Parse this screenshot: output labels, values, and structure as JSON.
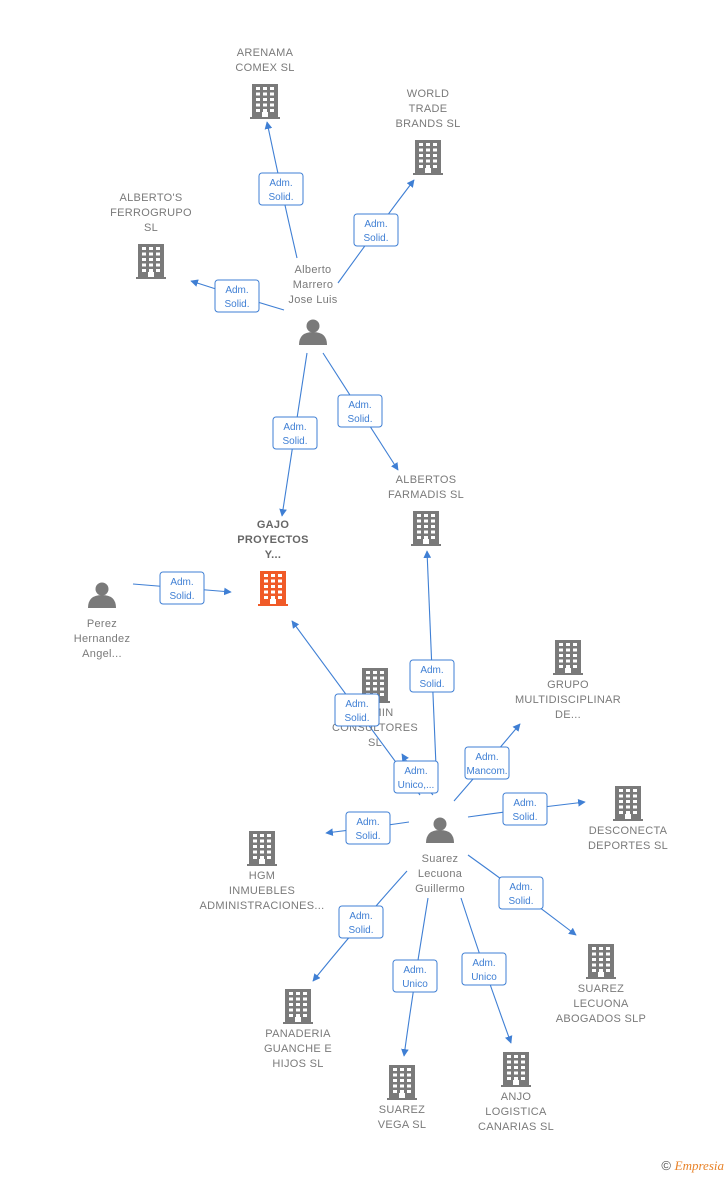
{
  "colors": {
    "edge": "#3f7fd4",
    "node_gray": "#7a7a7a",
    "node_main": "#f05a28"
  },
  "nodes": [
    {
      "id": "arenama",
      "kind": "company",
      "lines": [
        "ARENAMA",
        "COMEX  SL"
      ]
    },
    {
      "id": "world",
      "kind": "company",
      "lines": [
        "WORLD",
        "TRADE",
        "BRANDS SL"
      ]
    },
    {
      "id": "albertos_ferro",
      "kind": "company",
      "lines": [
        "ALBERTO'S",
        "FERROGRUPO",
        "SL"
      ]
    },
    {
      "id": "alberto",
      "kind": "person",
      "lines": [
        "Alberto",
        "Marrero",
        "Jose Luis"
      ]
    },
    {
      "id": "gajo",
      "kind": "company",
      "main": true,
      "lines": [
        "GAJO",
        "PROYECTOS",
        "Y..."
      ]
    },
    {
      "id": "albertos_farm",
      "kind": "company",
      "lines": [
        "ALBERTOS",
        "FARMADIS  SL"
      ]
    },
    {
      "id": "perez",
      "kind": "person",
      "lines": [
        "Perez",
        "Hernandez",
        "Angel..."
      ]
    },
    {
      "id": "admin",
      "kind": "company",
      "lines": [
        "ADMIN",
        "CONSULTORES",
        "SL"
      ]
    },
    {
      "id": "grupo",
      "kind": "company",
      "lines": [
        "GRUPO",
        "MULTIDISCIPLINAR",
        "DE..."
      ]
    },
    {
      "id": "desconecta",
      "kind": "company",
      "lines": [
        "DESCONECTA",
        "DEPORTES  SL"
      ]
    },
    {
      "id": "hgm",
      "kind": "company",
      "lines": [
        "HGM",
        "INMUEBLES",
        "ADMINISTRACIONES..."
      ]
    },
    {
      "id": "suarez",
      "kind": "person",
      "lines": [
        "Suarez",
        "Lecuona",
        "Guillermo"
      ]
    },
    {
      "id": "suarez_abog",
      "kind": "company",
      "lines": [
        "SUAREZ",
        "LECUONA",
        "ABOGADOS  SLP"
      ]
    },
    {
      "id": "panaderia",
      "kind": "company",
      "lines": [
        "PANADERIA",
        "GUANCHE E",
        "HIJOS  SL"
      ]
    },
    {
      "id": "suarez_vega",
      "kind": "company",
      "lines": [
        "SUAREZ",
        "VEGA SL"
      ]
    },
    {
      "id": "anjo",
      "kind": "company",
      "lines": [
        "ANJO",
        "LOGISTICA",
        "CANARIAS  SL"
      ]
    }
  ],
  "edges": [
    {
      "from": "alberto",
      "to": "arenama",
      "label": [
        "Adm.",
        "Solid."
      ]
    },
    {
      "from": "alberto",
      "to": "world",
      "label": [
        "Adm.",
        "Solid."
      ]
    },
    {
      "from": "alberto",
      "to": "albertos_ferro",
      "label": [
        "Adm.",
        "Solid."
      ]
    },
    {
      "from": "alberto",
      "to": "gajo",
      "label": [
        "Adm.",
        "Solid."
      ]
    },
    {
      "from": "alberto",
      "to": "albertos_farm",
      "label": [
        "Adm.",
        "Solid."
      ]
    },
    {
      "from": "perez",
      "to": "gajo",
      "label": [
        "Adm.",
        "Solid."
      ]
    },
    {
      "from": "suarez",
      "to": "gajo",
      "label": [
        "Adm.",
        "Solid."
      ]
    },
    {
      "from": "suarez",
      "to": "albertos_farm",
      "label": [
        "Adm.",
        "Solid."
      ]
    },
    {
      "from": "suarez",
      "to": "admin",
      "label": [
        "Adm.",
        "Unico,..."
      ]
    },
    {
      "from": "suarez",
      "to": "grupo",
      "label": [
        "Adm.",
        "Mancom."
      ]
    },
    {
      "from": "suarez",
      "to": "desconecta",
      "label": [
        "Adm.",
        "Solid."
      ]
    },
    {
      "from": "suarez",
      "to": "hgm",
      "label": [
        "Adm.",
        "Solid."
      ]
    },
    {
      "from": "suarez",
      "to": "suarez_abog",
      "label": [
        "Adm.",
        "Solid."
      ]
    },
    {
      "from": "suarez",
      "to": "panaderia",
      "label": [
        "Adm.",
        "Solid."
      ]
    },
    {
      "from": "suarez",
      "to": "suarez_vega",
      "label": [
        "Adm.",
        "Unico"
      ]
    },
    {
      "from": "suarez",
      "to": "anjo",
      "label": [
        "Adm.",
        "Unico"
      ]
    }
  ],
  "footer": {
    "copyright": "©",
    "brand": "Empresia"
  }
}
